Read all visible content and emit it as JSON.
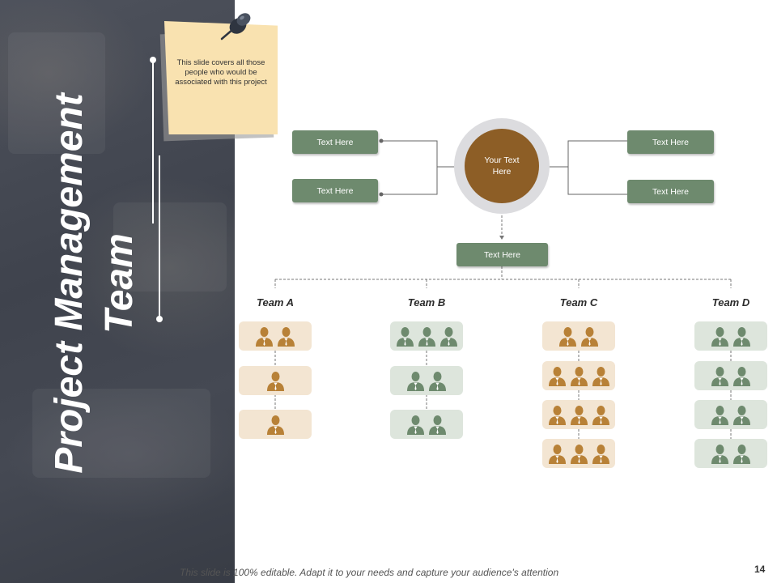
{
  "title": "Project Management Team",
  "note": {
    "text": "This slide covers all those people who would be associated with this project"
  },
  "center": {
    "label": "Your Text Here"
  },
  "boxes": {
    "left_top": "Text Here",
    "left_bottom": "Text Here",
    "right_top": "Text Here",
    "right_bottom": "Text Here",
    "middle": "Text Here"
  },
  "teams": [
    {
      "name": "Team A",
      "theme": "tan",
      "groups": [
        2,
        1,
        1
      ]
    },
    {
      "name": "Team B",
      "theme": "green",
      "groups": [
        3,
        2,
        2
      ]
    },
    {
      "name": "Team C",
      "theme": "tan",
      "groups": [
        2,
        3,
        3,
        3
      ]
    },
    {
      "name": "Team D",
      "theme": "green",
      "groups": [
        2,
        2,
        2,
        2
      ]
    }
  ],
  "colors": {
    "box_green": "#6e8a6e",
    "circle_brown": "#8d5e26",
    "person_tan": "#b88137",
    "person_green": "#6e8a6e",
    "panel_dark": "#434751"
  },
  "icons": {
    "person": "person-icon",
    "pin": "push-pin-icon"
  },
  "footer": "This slide is 100% editable. Adapt it to your needs and capture your audience's attention",
  "page_number": "14"
}
